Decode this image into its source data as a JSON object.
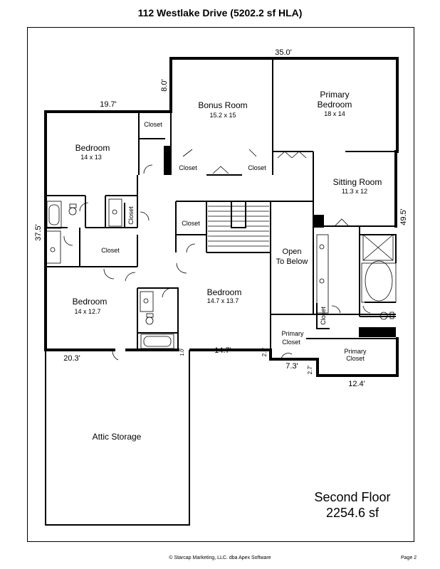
{
  "header": {
    "title": "112 Westlake Drive (5202.2 sf HLA)"
  },
  "floor": {
    "name": "Second Floor",
    "area": "2254.6 sf"
  },
  "rooms": {
    "bonus": {
      "name": "Bonus Room",
      "dims": "15.2 x 15"
    },
    "primary_bed_1": "Primary",
    "primary_bed_2": "Bedroom",
    "primary_bed_dims": "18 x 14",
    "bed1": {
      "name": "Bedroom",
      "dims": "14 x 13"
    },
    "bed2": {
      "name": "Bedroom",
      "dims": "14 x 12.7"
    },
    "bed3": {
      "name": "Bedroom",
      "dims": "14.7 x 13.7"
    },
    "sitting": {
      "name": "Sitting Room",
      "dims": "11.3 x 12"
    },
    "open_1": "Open",
    "open_2": "To Below",
    "pc1_1": "Primary",
    "pc1_2": "Closet",
    "pc2_1": "Primary",
    "pc2_2": "Closet",
    "attic": "Attic Storage",
    "closet": "Closet"
  },
  "dimensions": {
    "d35": "35.0'",
    "d8": "8.0'",
    "d19_7": "19.7'",
    "d37_5": "37.5'",
    "d49_5": "49.5'",
    "d20_3": "20.3'",
    "d1": "1.0'",
    "d14_7": "14.7'",
    "d2_3": "2.3'",
    "d7_3": "7.3'",
    "d2_7": "2.7'",
    "d12_4": "12.4'"
  },
  "footer": {
    "copyright": "© Starcap Marketing, LLC. dba Apex Software",
    "page": "Page 2"
  }
}
